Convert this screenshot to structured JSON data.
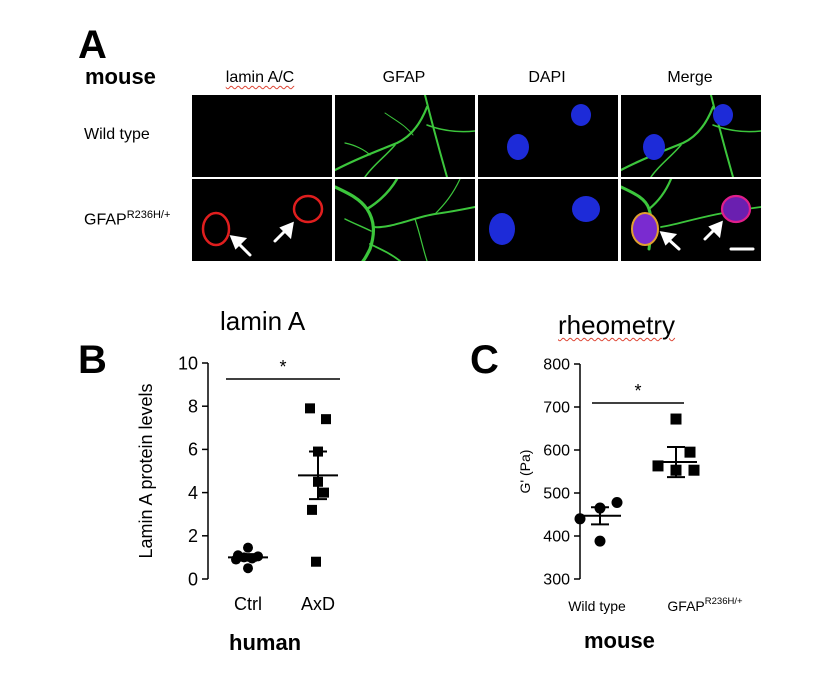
{
  "panel_a": {
    "letter": "A",
    "species": "mouse",
    "columns": [
      "lamin A/C",
      "GFAP",
      "DAPI",
      "Merge"
    ],
    "rows": [
      {
        "label": "Wild type",
        "sup": ""
      },
      {
        "label": "GFAP",
        "sup": "R236H/+"
      }
    ]
  },
  "panel_b": {
    "letter": "B",
    "title": "lamin A",
    "species": "human"
  },
  "panel_c": {
    "letter": "C",
    "title": "rheometry",
    "species": "mouse",
    "x_label_2_sup": "R236H/+"
  },
  "chart_data": [
    {
      "type": "scatter",
      "title": "lamin A",
      "ylabel": "Lamin A protein levels",
      "xlabel": "",
      "categories": [
        "Ctrl",
        "AxD"
      ],
      "ylim": [
        0,
        10
      ],
      "yticks": [
        0,
        2,
        4,
        6,
        8,
        10
      ],
      "series": [
        {
          "category": "Ctrl",
          "marker": "circle",
          "points": [
            1.45,
            1.1,
            1.05,
            1.0,
            0.95,
            0.9,
            0.5
          ],
          "mean": 1.0,
          "sem_low": 0.85,
          "sem_high": 1.15
        },
        {
          "category": "AxD",
          "marker": "square",
          "points": [
            7.9,
            7.4,
            5.9,
            4.5,
            4.0,
            3.2,
            0.8
          ],
          "mean": 4.8,
          "sem_low": 3.7,
          "sem_high": 5.9
        }
      ],
      "significance": "*"
    },
    {
      "type": "scatter",
      "title": "rheometry",
      "ylabel": "G' (Pa)",
      "xlabel": "",
      "categories": [
        "Wild type",
        "GFAP"
      ],
      "ylim": [
        300,
        800
      ],
      "yticks": [
        300,
        400,
        500,
        600,
        700,
        800
      ],
      "series": [
        {
          "category": "Wild type",
          "marker": "circle",
          "points": [
            478,
            465,
            440,
            388
          ],
          "mean": 447,
          "sem_low": 427,
          "sem_high": 467
        },
        {
          "category": "GFAP",
          "marker": "square",
          "points": [
            672,
            595,
            563,
            553,
            553
          ],
          "mean": 572,
          "sem_low": 537,
          "sem_high": 607
        }
      ],
      "significance": "*"
    }
  ]
}
